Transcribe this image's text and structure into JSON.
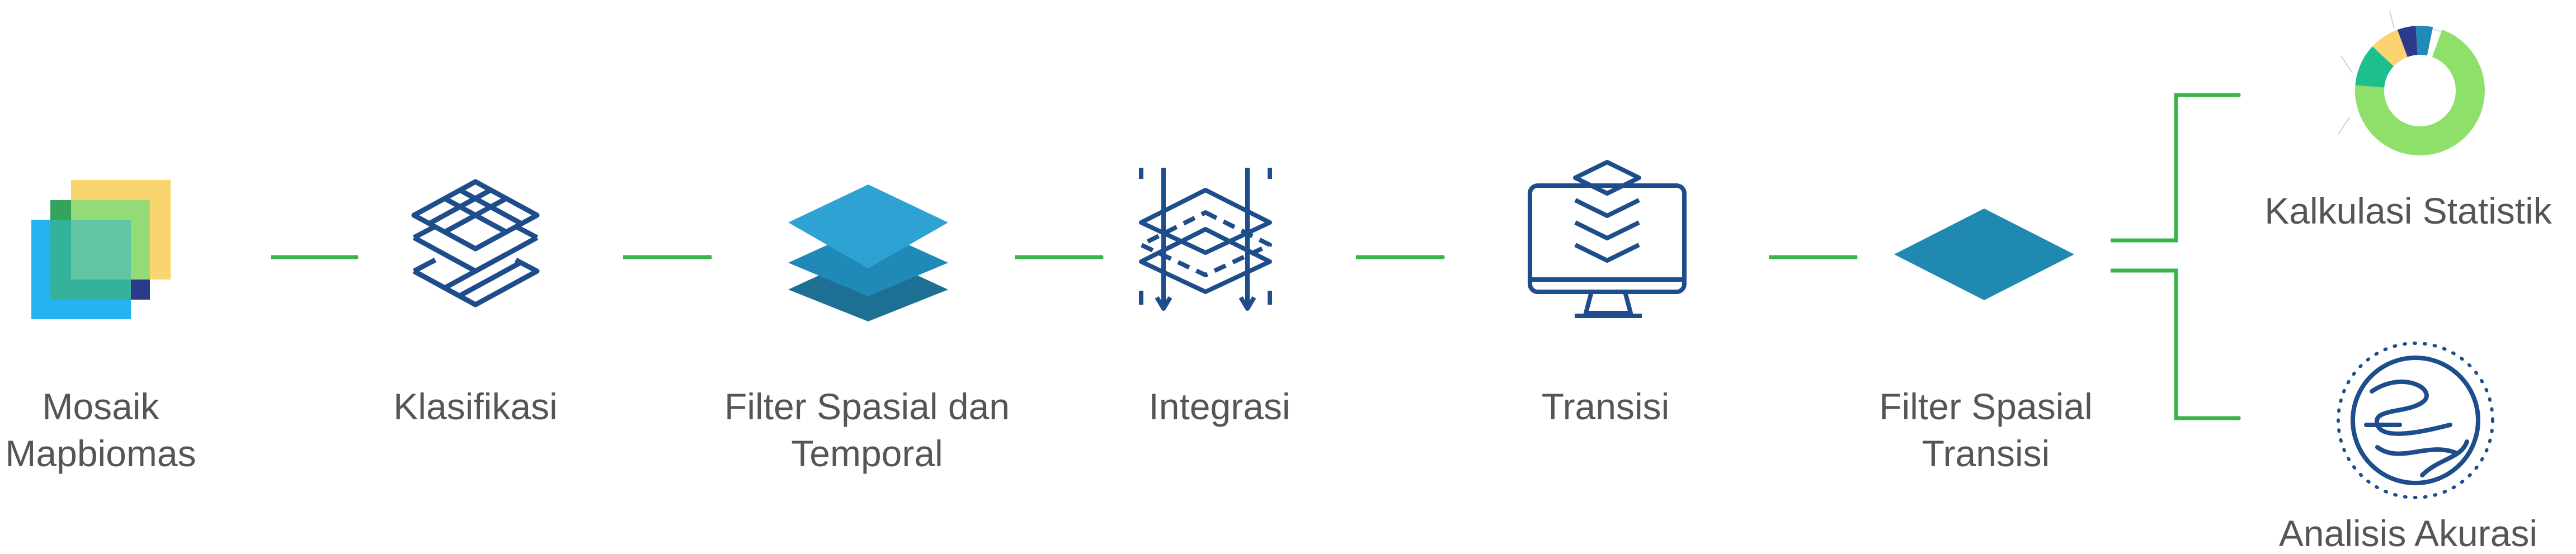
{
  "steps": [
    {
      "id": "mosaik",
      "lines": [
        "Mosaik",
        "Mapbiomas"
      ],
      "icon": "stacked-squares-icon"
    },
    {
      "id": "klasifikasi",
      "lines": [
        "Klasifikasi"
      ],
      "icon": "grid-layers-icon"
    },
    {
      "id": "filter-spasial-temporal",
      "lines": [
        "Filter Spasial dan",
        "Temporal"
      ],
      "icon": "stacked-diamonds-icon"
    },
    {
      "id": "integrasi",
      "lines": [
        "Integrasi"
      ],
      "icon": "integration-layers-icon"
    },
    {
      "id": "transisi",
      "lines": [
        "Transisi"
      ],
      "icon": "monitor-layers-icon"
    },
    {
      "id": "filter-spasial-transisi",
      "lines": [
        "Filter Spasial",
        "Transisi"
      ],
      "icon": "diamond-icon"
    }
  ],
  "outputs": [
    {
      "id": "kalkulasi",
      "lines": [
        "Kalkulasi Statistik"
      ],
      "icon": "donut-chart-icon"
    },
    {
      "id": "akurasi",
      "lines": [
        "Analisis Akurasi"
      ],
      "icon": "accuracy-circle-icon"
    }
  ],
  "colors": {
    "arrow": "#3bb54a",
    "icon_stroke": "#1e4d8c",
    "label": "#555555",
    "diamond_top": "#2ea3d3",
    "diamond_mid": "#2189b7",
    "diamond_bottom": "#1e6f94",
    "diamond_single": "#2089b2",
    "mosaic_yellow": "#f9d56e",
    "mosaic_green": "#2fb24b",
    "mosaic_cyan": "#26b3f0",
    "mosaic_purple": "#5b4fc9",
    "donut_green": "#8ee06b",
    "donut_teal": "#1dbf8d",
    "donut_yellow": "#fbd36f",
    "donut_navy": "#2d3a8c"
  }
}
